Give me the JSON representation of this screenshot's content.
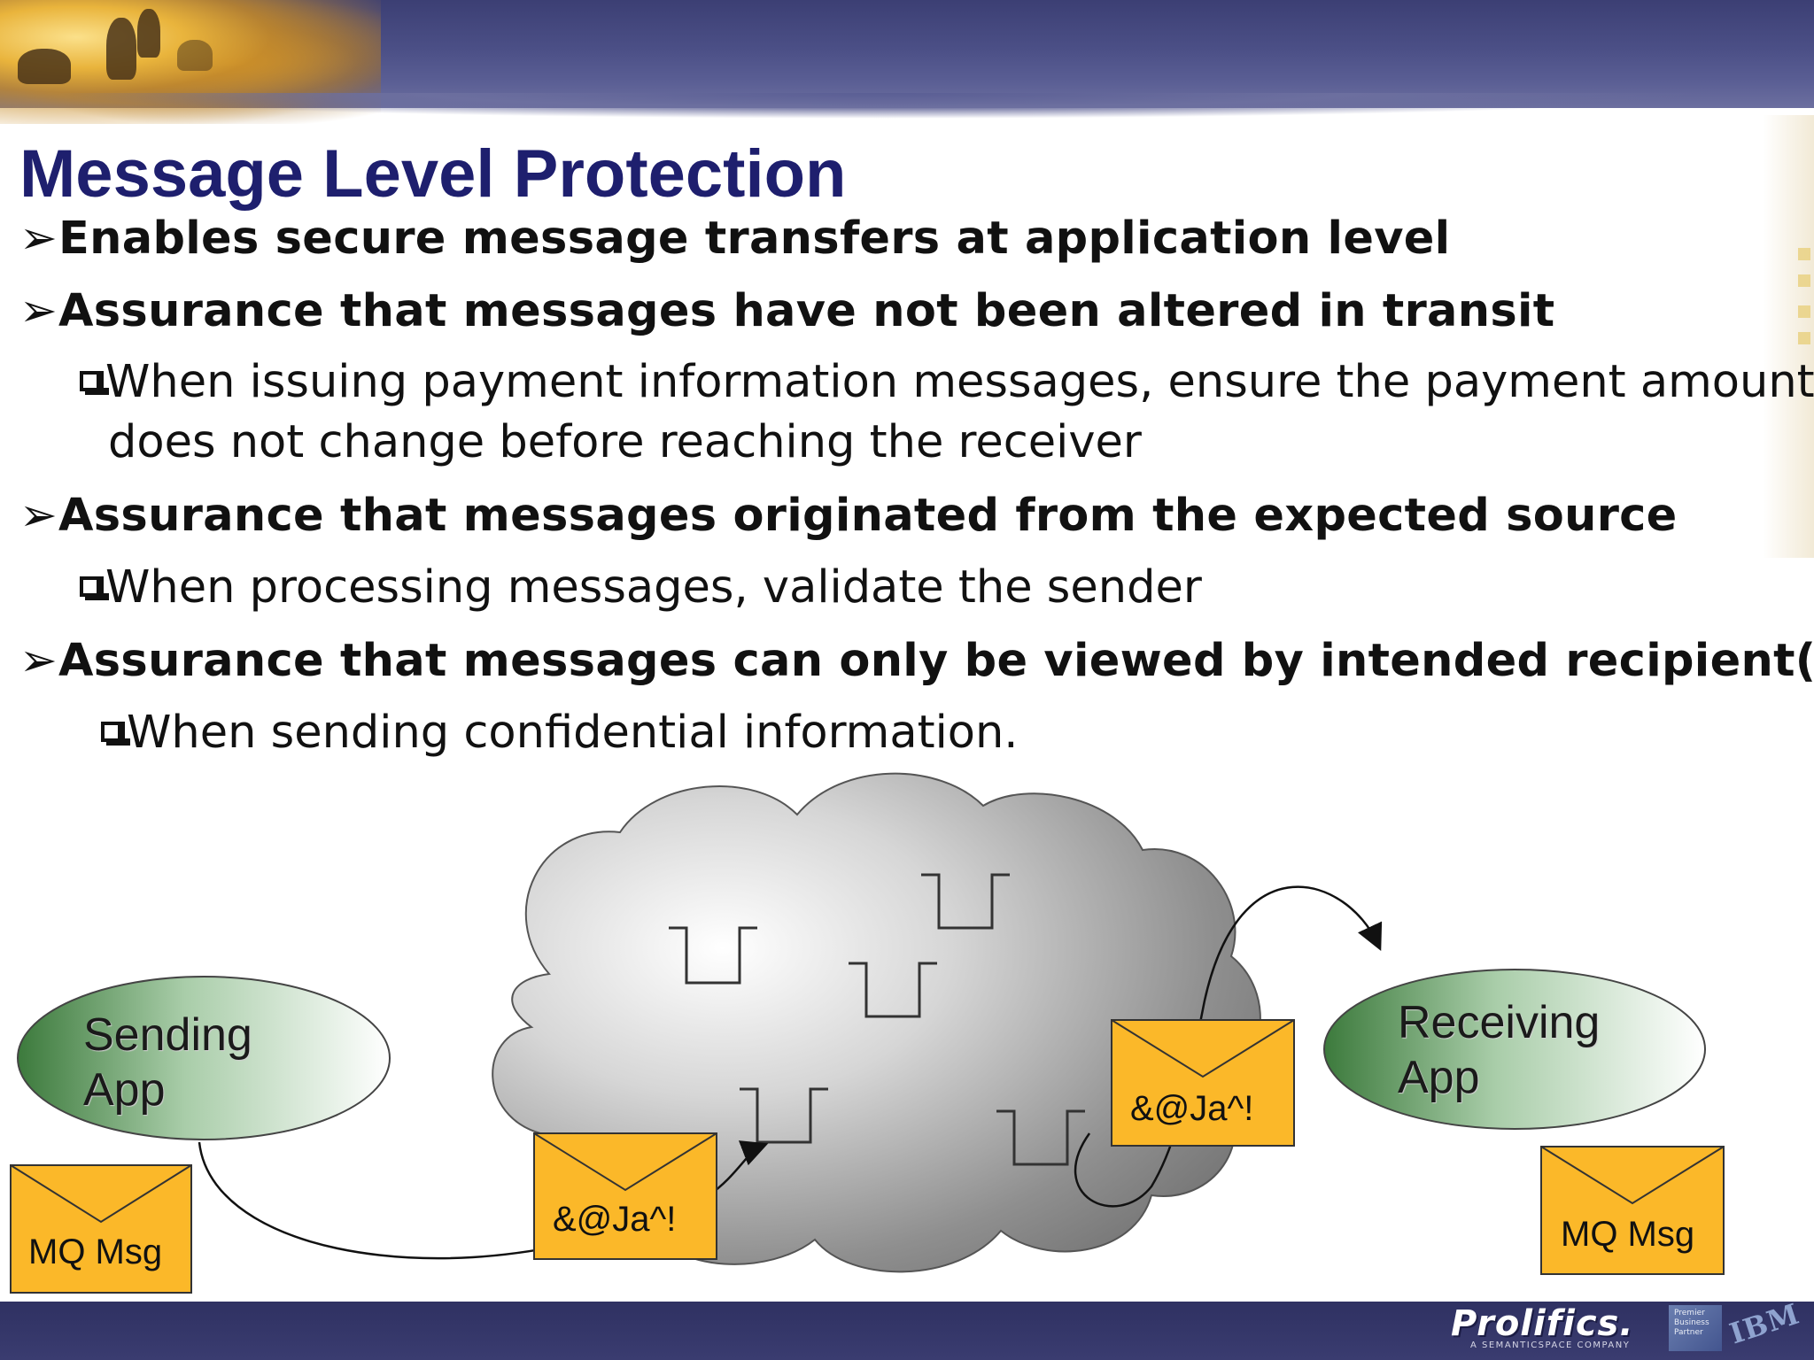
{
  "slide": {
    "title": "Message Level Protection",
    "bullets": [
      {
        "text": "Enables secure message transfers at application level",
        "subs": []
      },
      {
        "text": "Assurance that messages have not been altered in transit",
        "subs": [
          {
            "line1": "When issuing payment information messages, ensure the payment amount",
            "line2": "does not change before reaching the receiver"
          }
        ]
      },
      {
        "text": "Assurance that messages originated from the expected source",
        "subs": [
          {
            "line1": "When processing messages, validate the sender"
          }
        ]
      },
      {
        "text": "Assurance that messages can only be viewed by intended recipient(s",
        "subs": [
          {
            "line1": "When sending confidential information."
          }
        ]
      }
    ]
  },
  "diagram": {
    "sending_app": {
      "line1": "Sending",
      "line2": "App"
    },
    "receiving_app": {
      "line1": "Receiving",
      "line2": "App"
    },
    "envelope_plain": "MQ Msg",
    "envelope_encrypted": "&@Ja^!",
    "colors": {
      "envelope": "#fbb829",
      "app_green": "#3c7a3c",
      "cloud_dark": "#6f6f6f"
    }
  },
  "footer": {
    "logo": "Prolifics.",
    "tagline": "A SEMANTICSPACE COMPANY",
    "partner_badge": [
      "Premier",
      "Business",
      "Partner"
    ],
    "ibm": "IBM"
  }
}
